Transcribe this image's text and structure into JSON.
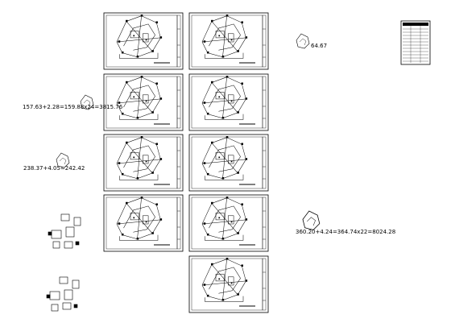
{
  "drawing": {
    "annotations": [
      {
        "id": "area-top-right",
        "text": "64.67"
      },
      {
        "id": "area-left-1",
        "text": "157.63+2.28=159.88x24=3815.76"
      },
      {
        "id": "area-left-2",
        "text": "238.37+4.05=242.42"
      },
      {
        "id": "area-right-bottom",
        "text": "360.20+4.24=364.74x22=8024.28"
      }
    ],
    "sheet_count": 9,
    "colors": {
      "line": "#000000",
      "background": "#ffffff"
    }
  }
}
